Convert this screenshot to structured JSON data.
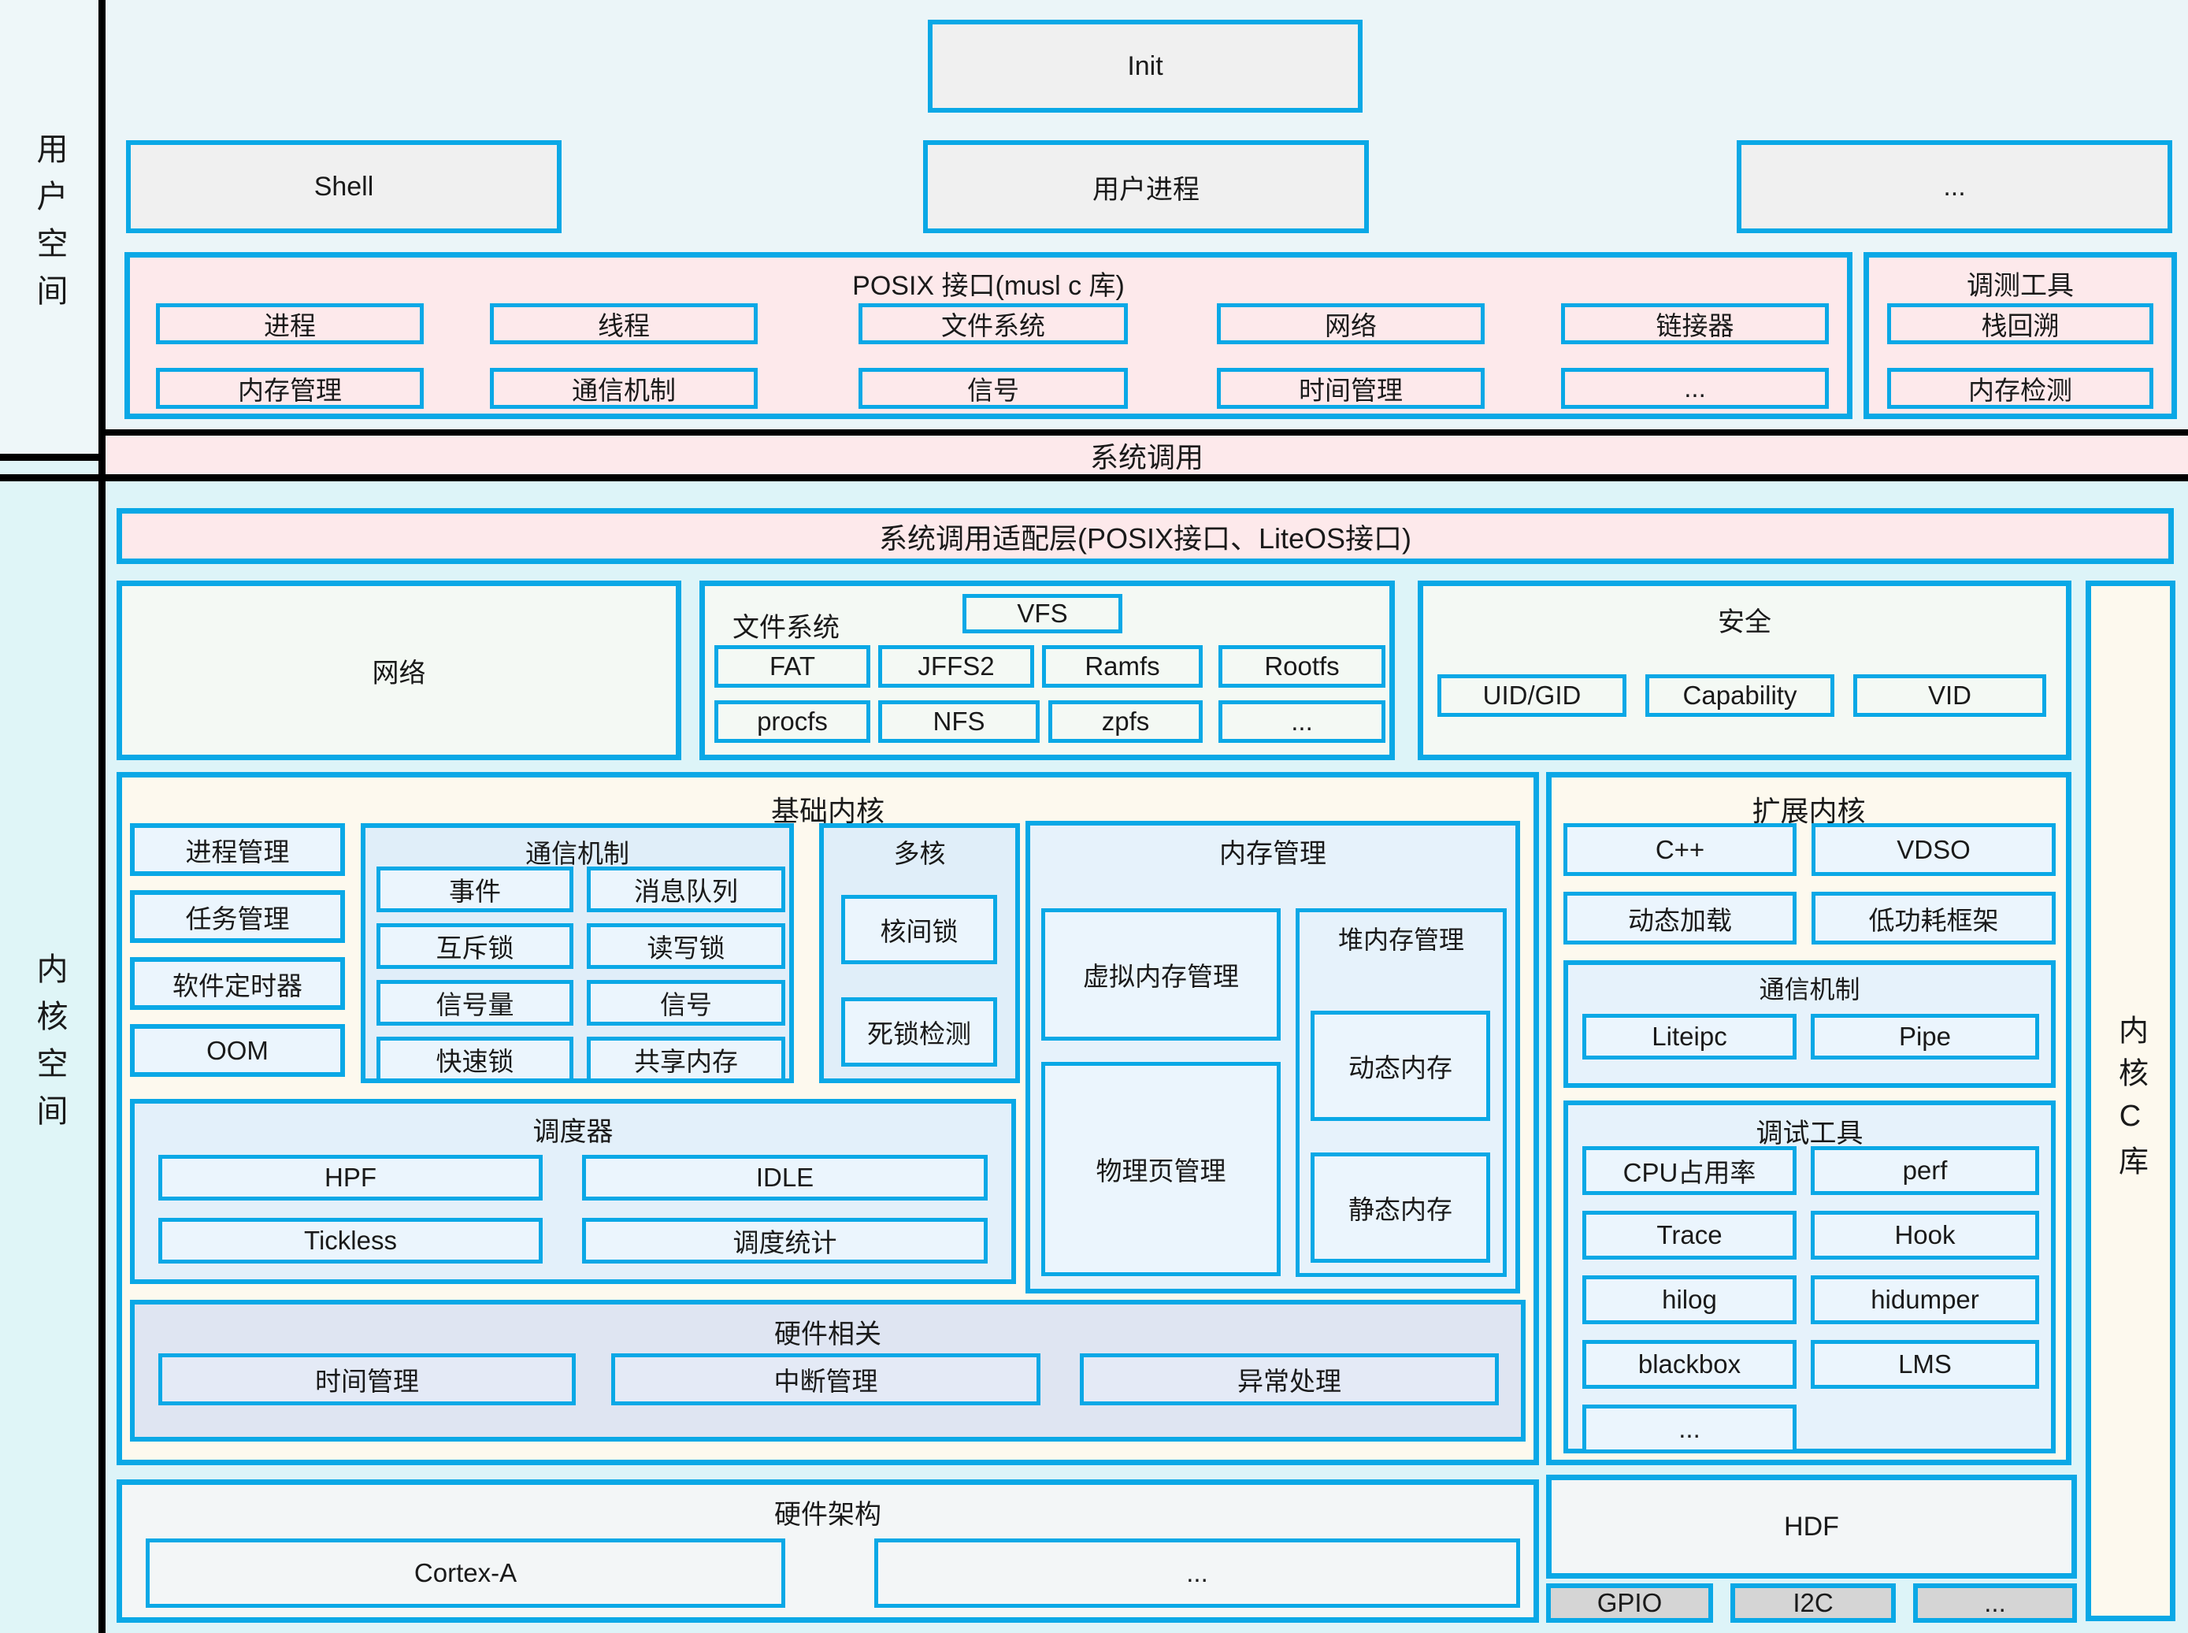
{
  "rails": {
    "user": "用户空间",
    "kernel": "内核空间",
    "kernel_c_lib": "内核C库"
  },
  "user_space": {
    "init": "Init",
    "shell": "Shell",
    "user_process": "用户进程",
    "ellipsis": "...",
    "posix": {
      "title": "POSIX 接口(musl c 库)",
      "row1": [
        "进程",
        "线程",
        "文件系统",
        "网络",
        "链接器"
      ],
      "row2": [
        "内存管理",
        "通信机制",
        "信号",
        "时间管理",
        "..."
      ]
    },
    "debug_tools": {
      "title": "调测工具",
      "items": [
        "栈回溯",
        "内存检测"
      ]
    }
  },
  "syscall": "系统调用",
  "kernel_space": {
    "adapter": "系统调用适配层(POSIX接口、LiteOS接口)",
    "network": "网络",
    "filesystem": {
      "title": "文件系统",
      "vfs": "VFS",
      "row1": [
        "FAT",
        "JFFS2",
        "Ramfs",
        "Rootfs"
      ],
      "row2": [
        "procfs",
        "NFS",
        "zpfs",
        "..."
      ]
    },
    "security": {
      "title": "安全",
      "items": [
        "UID/GID",
        "Capability",
        "VID"
      ]
    },
    "base_kernel": {
      "title": "基础内核",
      "process": [
        "进程管理",
        "任务管理",
        "软件定时器",
        "OOM"
      ],
      "ipc": {
        "title": "通信机制",
        "items": [
          "事件",
          "消息队列",
          "互斥锁",
          "读写锁",
          "信号量",
          "信号",
          "快速锁",
          "共享内存"
        ]
      },
      "multicore": {
        "title": "多核",
        "items": [
          "核间锁",
          "死锁检测"
        ]
      },
      "memory": {
        "title": "内存管理",
        "virtual": "虚拟内存管理",
        "physical": "物理页管理",
        "heap": {
          "title": "堆内存管理",
          "dynamic": "动态内存",
          "static": "静态内存"
        }
      },
      "scheduler": {
        "title": "调度器",
        "items": [
          "HPF",
          "IDLE",
          "Tickless",
          "调度统计"
        ]
      },
      "hardware": {
        "title": "硬件相关",
        "items": [
          "时间管理",
          "中断管理",
          "异常处理"
        ]
      }
    },
    "extended_kernel": {
      "title": "扩展内核",
      "row1": [
        "C++",
        "VDSO"
      ],
      "row2": [
        "动态加载",
        "低功耗框架"
      ],
      "ipc": {
        "title": "通信机制",
        "items": [
          "Liteipc",
          "Pipe"
        ]
      },
      "debug": {
        "title": "调试工具",
        "items": [
          "CPU占用率",
          "perf",
          "Trace",
          "Hook",
          "hilog",
          "hidumper",
          "blackbox",
          "LMS",
          "..."
        ]
      }
    },
    "hardware_arch": {
      "title": "硬件架构",
      "items": [
        "Cortex-A",
        "..."
      ]
    },
    "hdf": {
      "title": "HDF",
      "items": [
        "GPIO",
        "I2C",
        "..."
      ]
    }
  },
  "colors": {
    "border_blue": "#0aa8e6",
    "pink": "#fde9eb",
    "cream": "#fdf9ee",
    "light_blue": "#ebf5fd",
    "pale_green": "#f4f9f4",
    "lavender": "#dfe5f2",
    "grey": "#f0f0f0",
    "dark_grey": "#d5d5d5",
    "black_line": "#000000"
  }
}
